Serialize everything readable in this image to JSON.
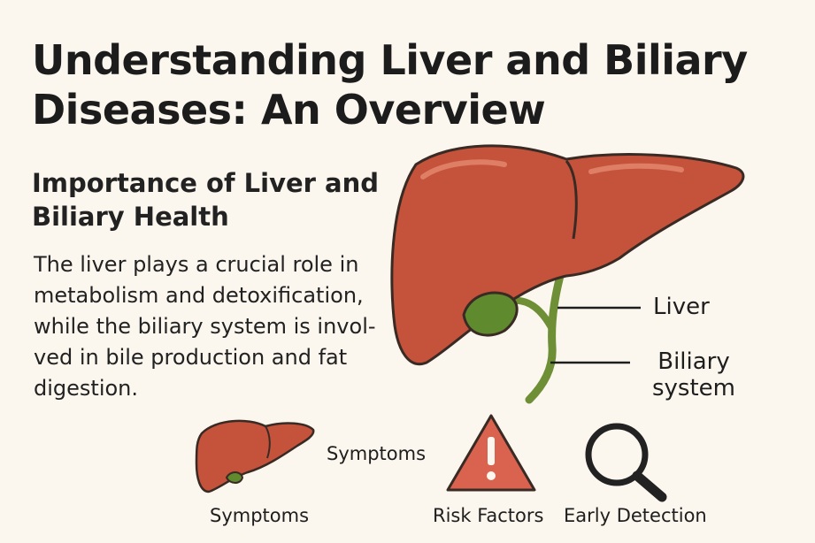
{
  "heading": {
    "title": "Understanding Liver and Biliary Diseases: An Overview"
  },
  "section": {
    "title": "Importance of Liver and Biliary Health",
    "body": "The liver plays a crucial role in metabolism and detoxification, while the biliary system is invol-ved in bile production and fat digestion."
  },
  "diagram": {
    "labels": {
      "liver": "Liver",
      "biliary": "Biliary system"
    }
  },
  "icons": {
    "symptoms_caption": "Symptoms",
    "symptoms_mid_caption": "Symptoms",
    "risk_caption": "Risk Factors",
    "detection_caption": "Early Detection"
  },
  "colors": {
    "background": "#fbf6ee",
    "liver": "#c5533b",
    "gallbladder": "#5f8a2e",
    "warning": "#d9634f"
  }
}
